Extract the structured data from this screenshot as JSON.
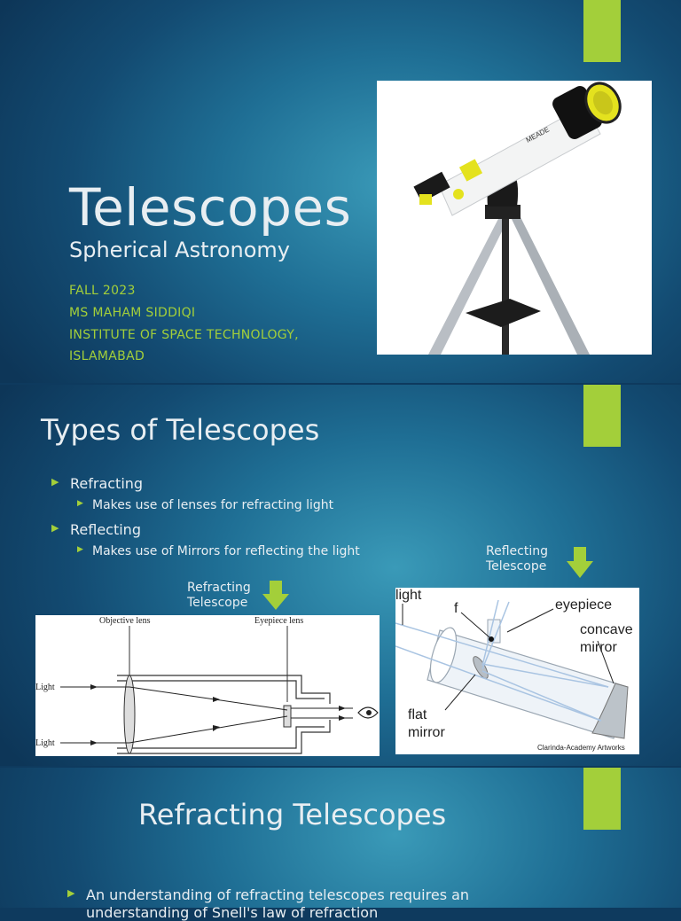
{
  "slide1": {
    "title": "Telescopes",
    "subtitle": "Spherical Astronomy",
    "meta": [
      "FALL 2023",
      "MS MAHAM SIDDIQI",
      "INSTITUTE OF SPACE TECHNOLOGY,",
      "ISLAMABAD"
    ],
    "photo_brand": "MEADE"
  },
  "slide2": {
    "title": "Types of Telescopes",
    "bullets": [
      {
        "label": "Refracting",
        "sub": "Makes use of lenses for refracting light"
      },
      {
        "label": "Reflecting",
        "sub": "Makes use of Mirrors for reflecting the light"
      }
    ],
    "refracting_caption": [
      "Refracting",
      "Telescope"
    ],
    "reflecting_caption": [
      "Reflecting",
      "Telescope"
    ],
    "refracting_diagram": {
      "objective": "Objective lens",
      "eyepiece": "Eyepiece lens",
      "light1": "Light",
      "light2": "Light"
    },
    "reflecting_diagram": {
      "light": "light",
      "f": "f",
      "eyepiece": "eyepiece",
      "concave1": "concave",
      "concave2": "mirror",
      "flat1": "flat",
      "flat2": "mirror",
      "credit": "Clarinda-Academy Artworks"
    }
  },
  "slide3": {
    "title": "Refracting Telescopes",
    "bullet": "An understanding of refracting telescopes requires an",
    "bullet_cont": "understanding of Snell's law of refraction"
  },
  "colors": {
    "accent": "#a3cf3a",
    "text": "#e8eef2"
  }
}
